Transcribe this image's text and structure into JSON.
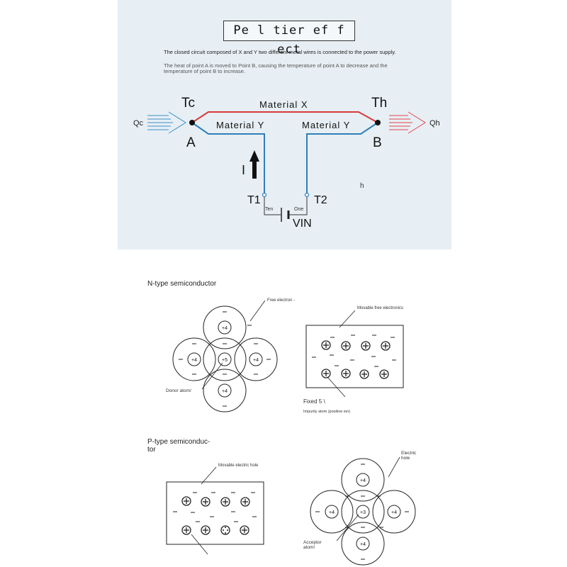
{
  "peltier": {
    "title": "Pe l tier ef f ect",
    "description_1": "The closed circuit composed of X and Y two different metal wires is connected to the power supply.",
    "description_2": "The heat of point A is moved to Point B, causing the temperature of point A to decrease and the temperature of point B to increase.",
    "label_tc": "Tc",
    "label_th": "Th",
    "label_a": "A",
    "label_b": "B",
    "label_qc": "Qc",
    "label_qh": "Qh",
    "material_x": "Material X",
    "material_y_left": "Material Y",
    "material_y_right": "Material Y",
    "label_i": "I",
    "label_t1": "T1",
    "label_t2": "T2",
    "label_vin": "VIN",
    "label_ten": "Ten",
    "label_one": "One",
    "label_h": "h",
    "colors": {
      "material_x": "#d83a3a",
      "material_y": "#2f7fb8",
      "cold_arrow": "#3d8fc9",
      "hot_arrow": "#e0464a"
    }
  },
  "n_type": {
    "heading": "N-type semiconductor",
    "free_electron_label": "Free electron -",
    "donor_atom_label": "Donor atom/",
    "movable_label": "Movable free electronics",
    "fixed_label": "Fixed 5 \\",
    "impurity_label": "Impurity atom (positive ion)",
    "center_charge": "+5",
    "neighbor_charge": "+4"
  },
  "p_type": {
    "heading_line1": "P-type semiconduc-",
    "heading_line2": "tor",
    "movable_hole_label": "Movable electric hole",
    "electric_hole_line1": "Electric",
    "electric_hole_line2": "hole",
    "acceptor_line1": "Acceptor",
    "acceptor_line2": "atom/",
    "center_charge": "+3",
    "neighbor_charge": "+4"
  }
}
